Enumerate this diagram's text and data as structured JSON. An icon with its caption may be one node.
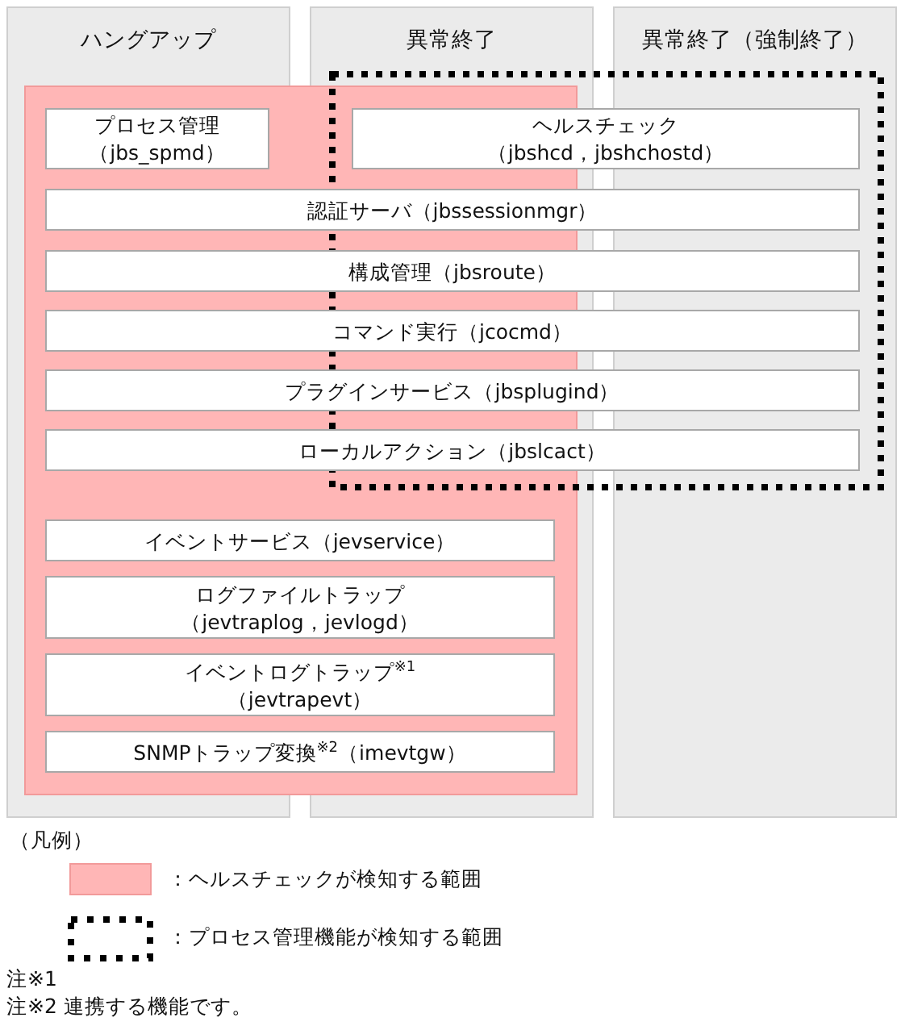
{
  "diagram": {
    "nodes": [
      {
        "text": [
          "ハングアップ"
        ]
      },
      {
        "text": [
          "異常終了"
        ]
      },
      {
        "text": [
          "異常終了（強制終了）"
        ]
      },
      {
        "text": [
          "プロセス管理",
          "（jbs_spmd）"
        ]
      },
      {
        "text": [
          "ヘルスチェック",
          "（jbshcd，jbshchostd）"
        ]
      },
      {
        "text": [
          "認証サーバ（jbssessionmgr）"
        ]
      },
      {
        "text": [
          "構成管理（jbsroute）"
        ]
      },
      {
        "text": [
          "コマンド実行（jcocmd）"
        ]
      },
      {
        "text": [
          "プラグインサービス（jbsplugind）"
        ]
      },
      {
        "text": [
          "ローカルアクション（jbslcact）"
        ]
      },
      {
        "text": [
          "イベントサービス（jevservice）"
        ]
      },
      {
        "text": [
          "ログファイルトラップ",
          "（jevtraplog，jevlogd）"
        ]
      },
      {
        "text": [
          "イベントログトラップ$^{※1}$",
          "（jevtrapevt）"
        ]
      },
      {
        "text": [
          "SNMPトラップ変換$^{※2}$（imevtgw）"
        ]
      }
    ],
    "labels": [
      "（凡例）",
      "注※1",
      "注※2 連携する機能です。"
    ],
    "legend": [
      {
        "text": "：ヘルスチェックが検知する範囲",
        "color": "#ffb6b6"
      },
      {
        "text": "：プロセス管理機能が検知する範囲"
      }
    ]
  }
}
